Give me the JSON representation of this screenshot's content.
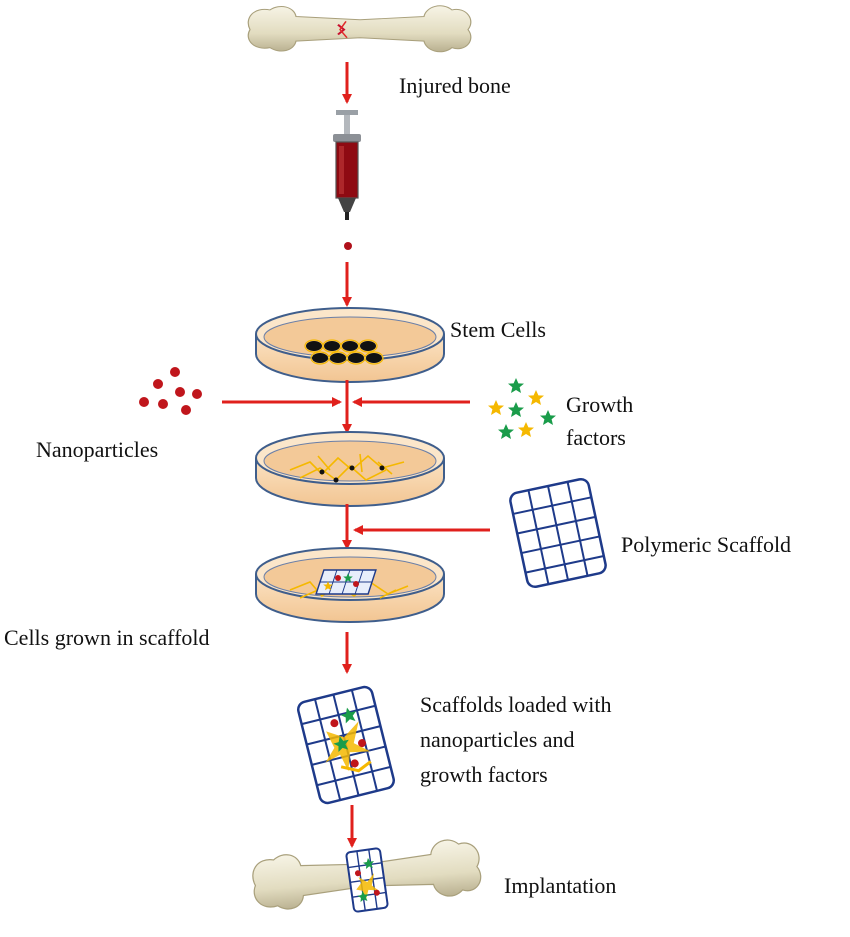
{
  "labels": {
    "injured_bone": "Injured bone",
    "stem_cells": "Stem Cells",
    "nanoparticles": "Nanoparticles",
    "growth_factors_line1": "Growth",
    "growth_factors_line2": "factors",
    "polymeric_scaffold": "Polymeric Scaffold",
    "cells_grown": "Cells grown in scaffold",
    "loaded_line1": "Scaffolds loaded with",
    "loaded_line2": "nanoparticles and",
    "loaded_line3": "growth factors",
    "implantation": "Implantation"
  },
  "colors": {
    "arrow": "#e0201c",
    "bone": "#e9e4cc",
    "dish_fill": "#f6d2a6",
    "dish_rim": "#3f5e8c",
    "grid": "#1e3a8a",
    "star_gold": "#f5b800",
    "star_green": "#1a9c4a",
    "blood": "#8e0a12",
    "nanoparticle": "#c0161c"
  }
}
